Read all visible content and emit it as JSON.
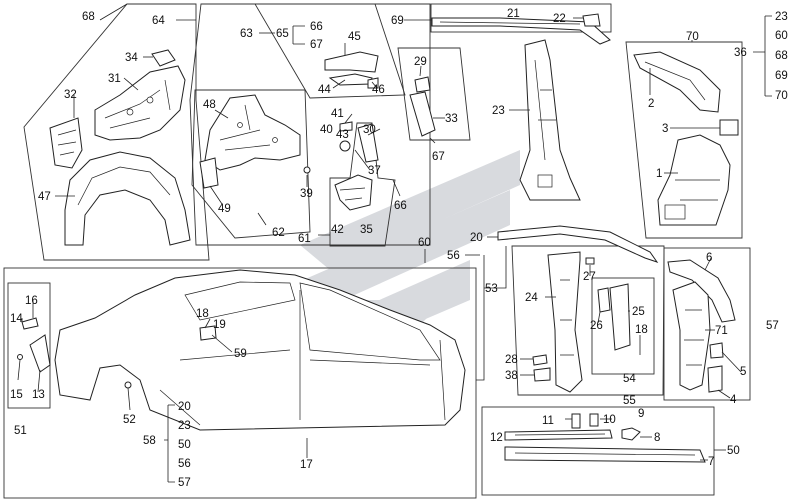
{
  "watermark_color": "#b9bcc4",
  "stroke_color": "#222222",
  "callouts": {
    "n68": "68",
    "n64": "64",
    "n34": "34",
    "n31": "31",
    "n32": "32",
    "n47": "47",
    "n63": "63",
    "n65": "65",
    "n66a": "66",
    "n67a": "67",
    "n45": "45",
    "n44": "44",
    "n46": "46",
    "n48": "48",
    "n49": "49",
    "n39": "39",
    "n41": "41",
    "n40": "40",
    "n43": "43",
    "n30": "30",
    "n37": "37",
    "n66b": "66",
    "n62": "62",
    "n61": "61",
    "n42": "42",
    "n35": "35",
    "n29": "29",
    "n33": "33",
    "n67b": "67",
    "n69": "69",
    "n21": "21",
    "n22": "22",
    "n23": "23",
    "n70": "70",
    "n36": "36",
    "n2": "2",
    "n3": "3",
    "n1": "1",
    "g23": "23",
    "g60": "60",
    "g68": "68",
    "g69": "69",
    "g70": "70",
    "n20a": "20",
    "n60": "60",
    "n56a": "56",
    "n53": "53",
    "n16": "16",
    "n14": "14",
    "n13": "13",
    "n15": "15",
    "n51": "51",
    "n52": "52",
    "n18a": "18",
    "n19": "19",
    "n59": "59",
    "n17": "17",
    "n58": "58",
    "g20": "20",
    "g23b": "23",
    "g50": "50",
    "g56": "56",
    "g57": "57",
    "n24": "24",
    "n27": "27",
    "n26": "26",
    "n25": "25",
    "n18b": "18",
    "n28": "28",
    "n38": "38",
    "n54": "54",
    "n55": "55",
    "n6": "6",
    "n71": "71",
    "n5": "5",
    "n4": "4",
    "n57": "57",
    "n9": "9",
    "n11": "11",
    "n10": "10",
    "n12": "12",
    "n8": "8",
    "n7": "7",
    "n50": "50"
  }
}
